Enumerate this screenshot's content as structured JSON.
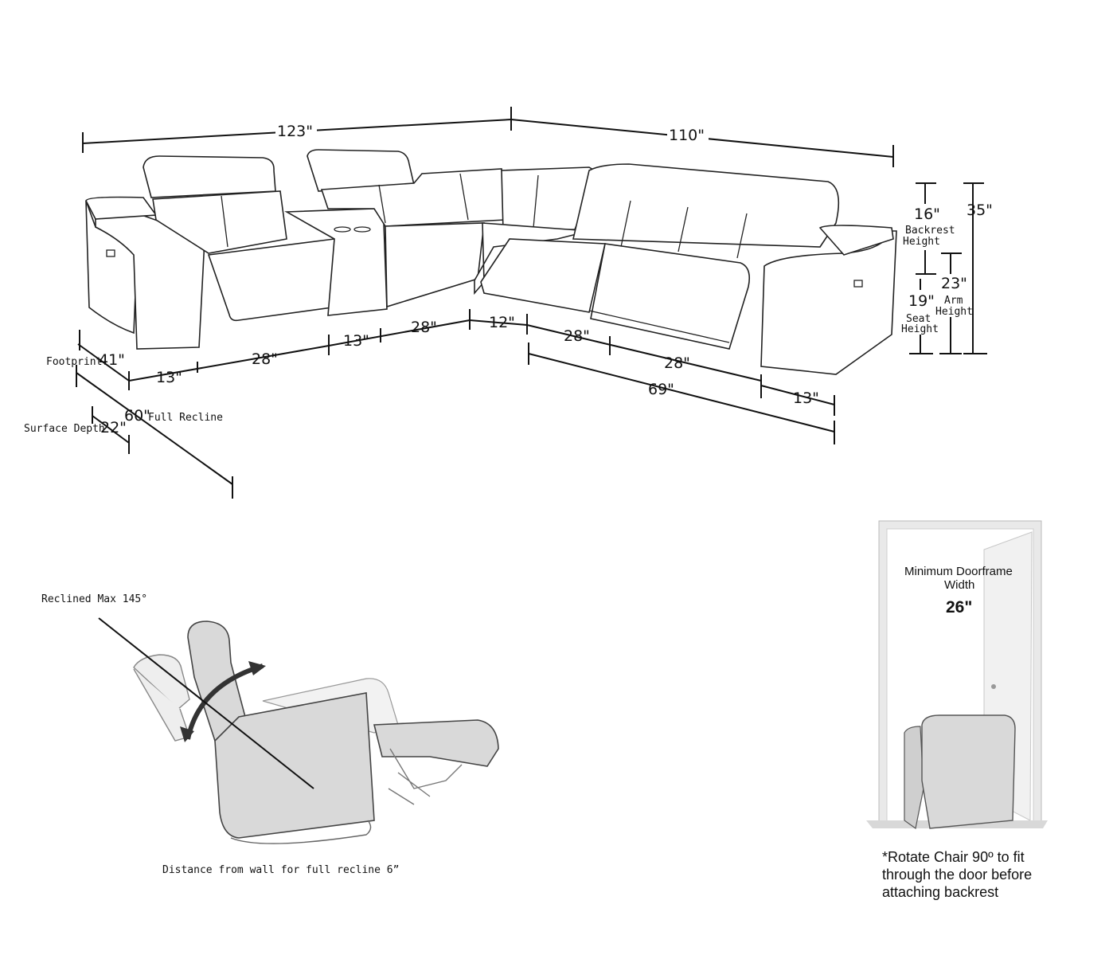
{
  "dimensions": {
    "overall_width_left": "123\"",
    "overall_width_right": "110\"",
    "backrest_height": "16\"",
    "backrest_height_label_1": "Backrest",
    "backrest_height_label_2": "Height",
    "total_height": "35\"",
    "arm_height": "23\"",
    "arm_height_label_1": "Arm",
    "arm_height_label_2": "Height",
    "seat_height": "19\"",
    "seat_height_label_1": "Seat",
    "seat_height_label_2": "Height",
    "footprint_label": "Footprint",
    "footprint": "41\"",
    "surface_depth_label": "Surface Depth",
    "surface_depth": "22\"",
    "full_recline": "60\"",
    "full_recline_label": "Full Recline",
    "left_arm": "13\"",
    "left_seat": "28\"",
    "console": "13\"",
    "middle_seat": "28\"",
    "corner": "12\"",
    "right_seat_1": "28\"",
    "right_seat_2": "28\"",
    "right_total": "69\"",
    "right_arm": "13\""
  },
  "recline": {
    "max_label": "Reclined Max 145°",
    "wall_distance": "Distance from wall for full recline 6”"
  },
  "doorframe": {
    "title_line_1": "Minimum Doorframe",
    "title_line_2": "Width",
    "width": "26\"",
    "note_line_1": "*Rotate Chair 90º to fit",
    "note_line_2": "through the door before",
    "note_line_3": "attaching backrest"
  },
  "colors": {
    "line": "#111111",
    "chair_fill": "#d9d9d9",
    "door_frame": "#e9e9e9"
  }
}
